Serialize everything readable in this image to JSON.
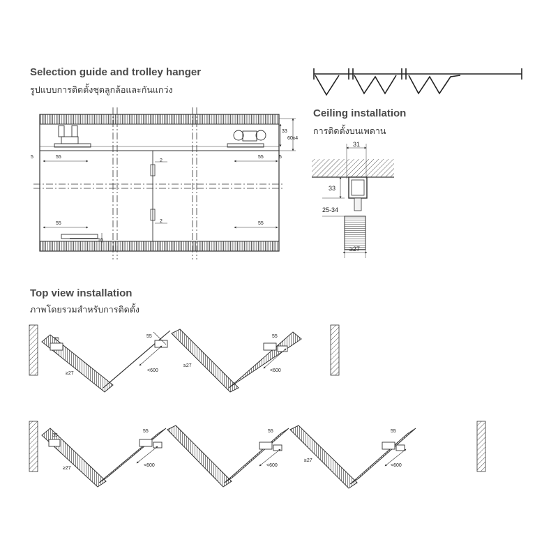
{
  "sections": {
    "selection": {
      "title": "Selection guide and trolley hanger",
      "subtitle": "รูปแบบการติดตั้งชุดลูกล้อและกันแกว่ง"
    },
    "ceiling": {
      "title": "Ceiling installation",
      "subtitle": "การติดตั้งบนเพดาน"
    },
    "topview": {
      "title": "Top view installation",
      "subtitle": "ภาพโดยรวมสำหรับการติดตั้ง"
    }
  },
  "front_dims": {
    "d33": "33",
    "d60x4": "60x4",
    "d5_left": "5",
    "d5_right": "5",
    "d55_tl": "55",
    "d55_tr": "55",
    "d55_bl": "55",
    "d55_br": "55",
    "d2_top": "2",
    "d2_bot": "2",
    "d16": "16"
  },
  "ceiling_dims": {
    "d31": "31",
    "d33": "33",
    "d25_34": "25-34",
    "d27": "≥27"
  },
  "top_dims": {
    "r1_35": "35",
    "r1_27a": "≥27",
    "r1_55a": "55",
    "r1_600a": "<600",
    "r1_27b": "≥27",
    "r1_55b": "55",
    "r1_600b": "<600",
    "r2_35": "35",
    "r2_27a": "≥27",
    "r2_55a": "55",
    "r2_600a": "<600",
    "r2_55b": "55",
    "r2_600b": "<600",
    "r2_27b": "≥27",
    "r2_55c": "55",
    "r2_600c": "<600"
  },
  "colors": {
    "line": "#333333",
    "heading": "#4a4a4a",
    "hatch": "#555555"
  }
}
